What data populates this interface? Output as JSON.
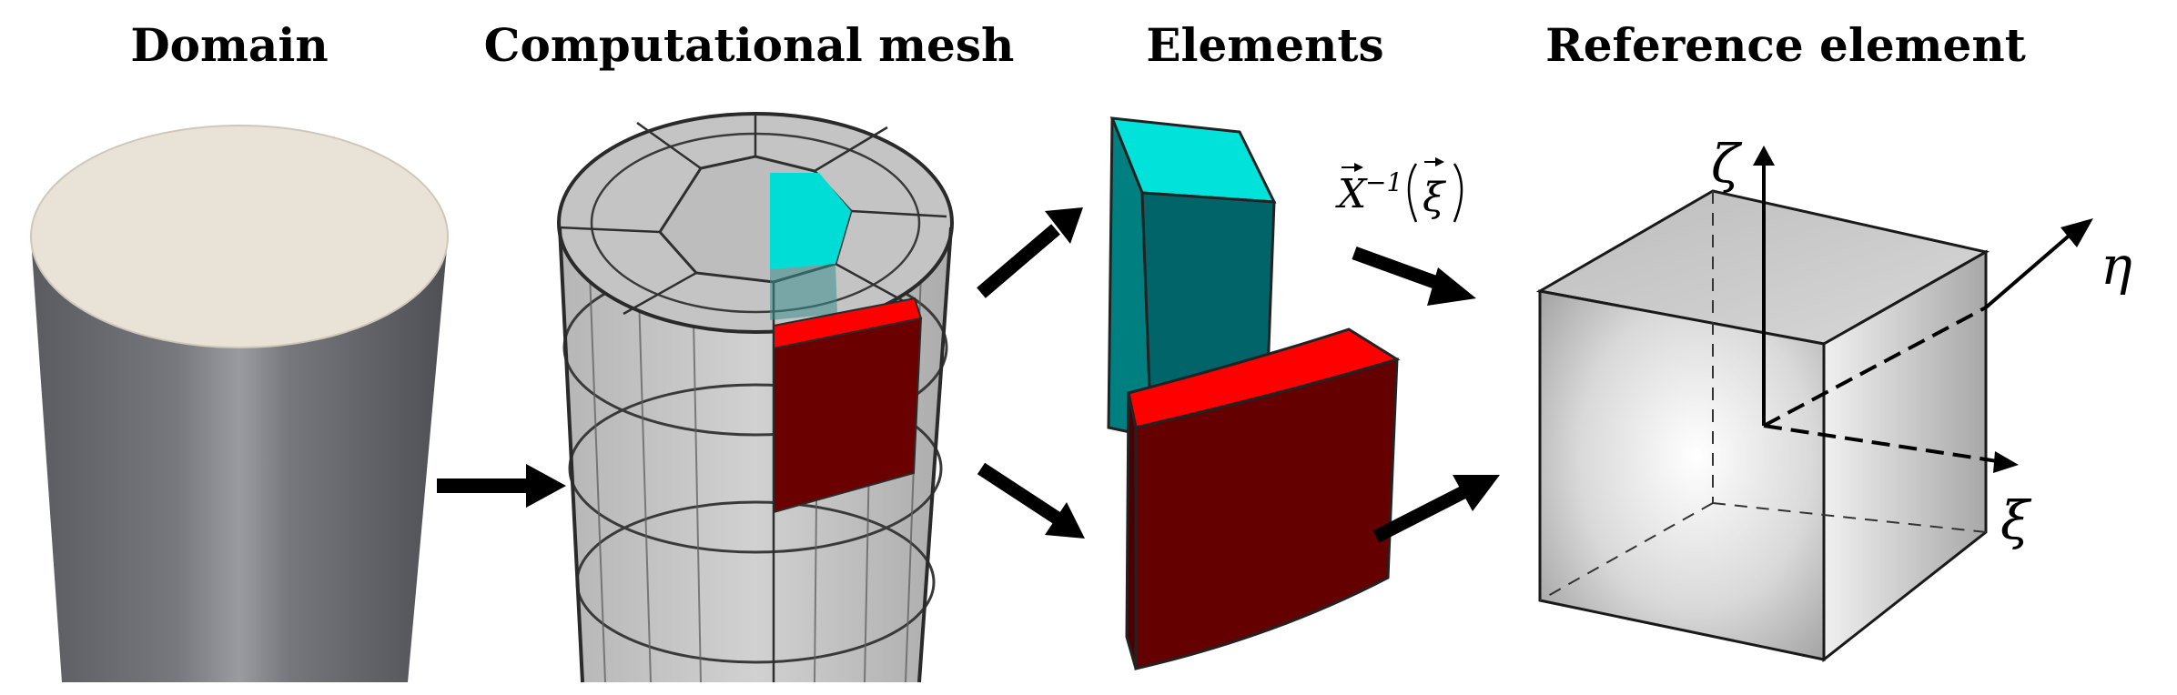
{
  "titles": {
    "domain": "Domain",
    "mesh": "Computational mesh",
    "elements": "Elements",
    "reference": "Reference element"
  },
  "mapping_label": {
    "base": "X",
    "exponent": "−1",
    "argument": "ξ"
  },
  "axes": {
    "zeta": "ζ",
    "eta": "η",
    "xi": "ξ"
  },
  "colors": {
    "cylinder_body": "#6e6f74",
    "cylinder_top": "#e8e2d6",
    "mesh_gray": "#b7b7b7",
    "cyan_top": "#00e0d8",
    "cyan_side": "#00666a",
    "red_top": "#ff0000",
    "red_side": "#650000"
  }
}
